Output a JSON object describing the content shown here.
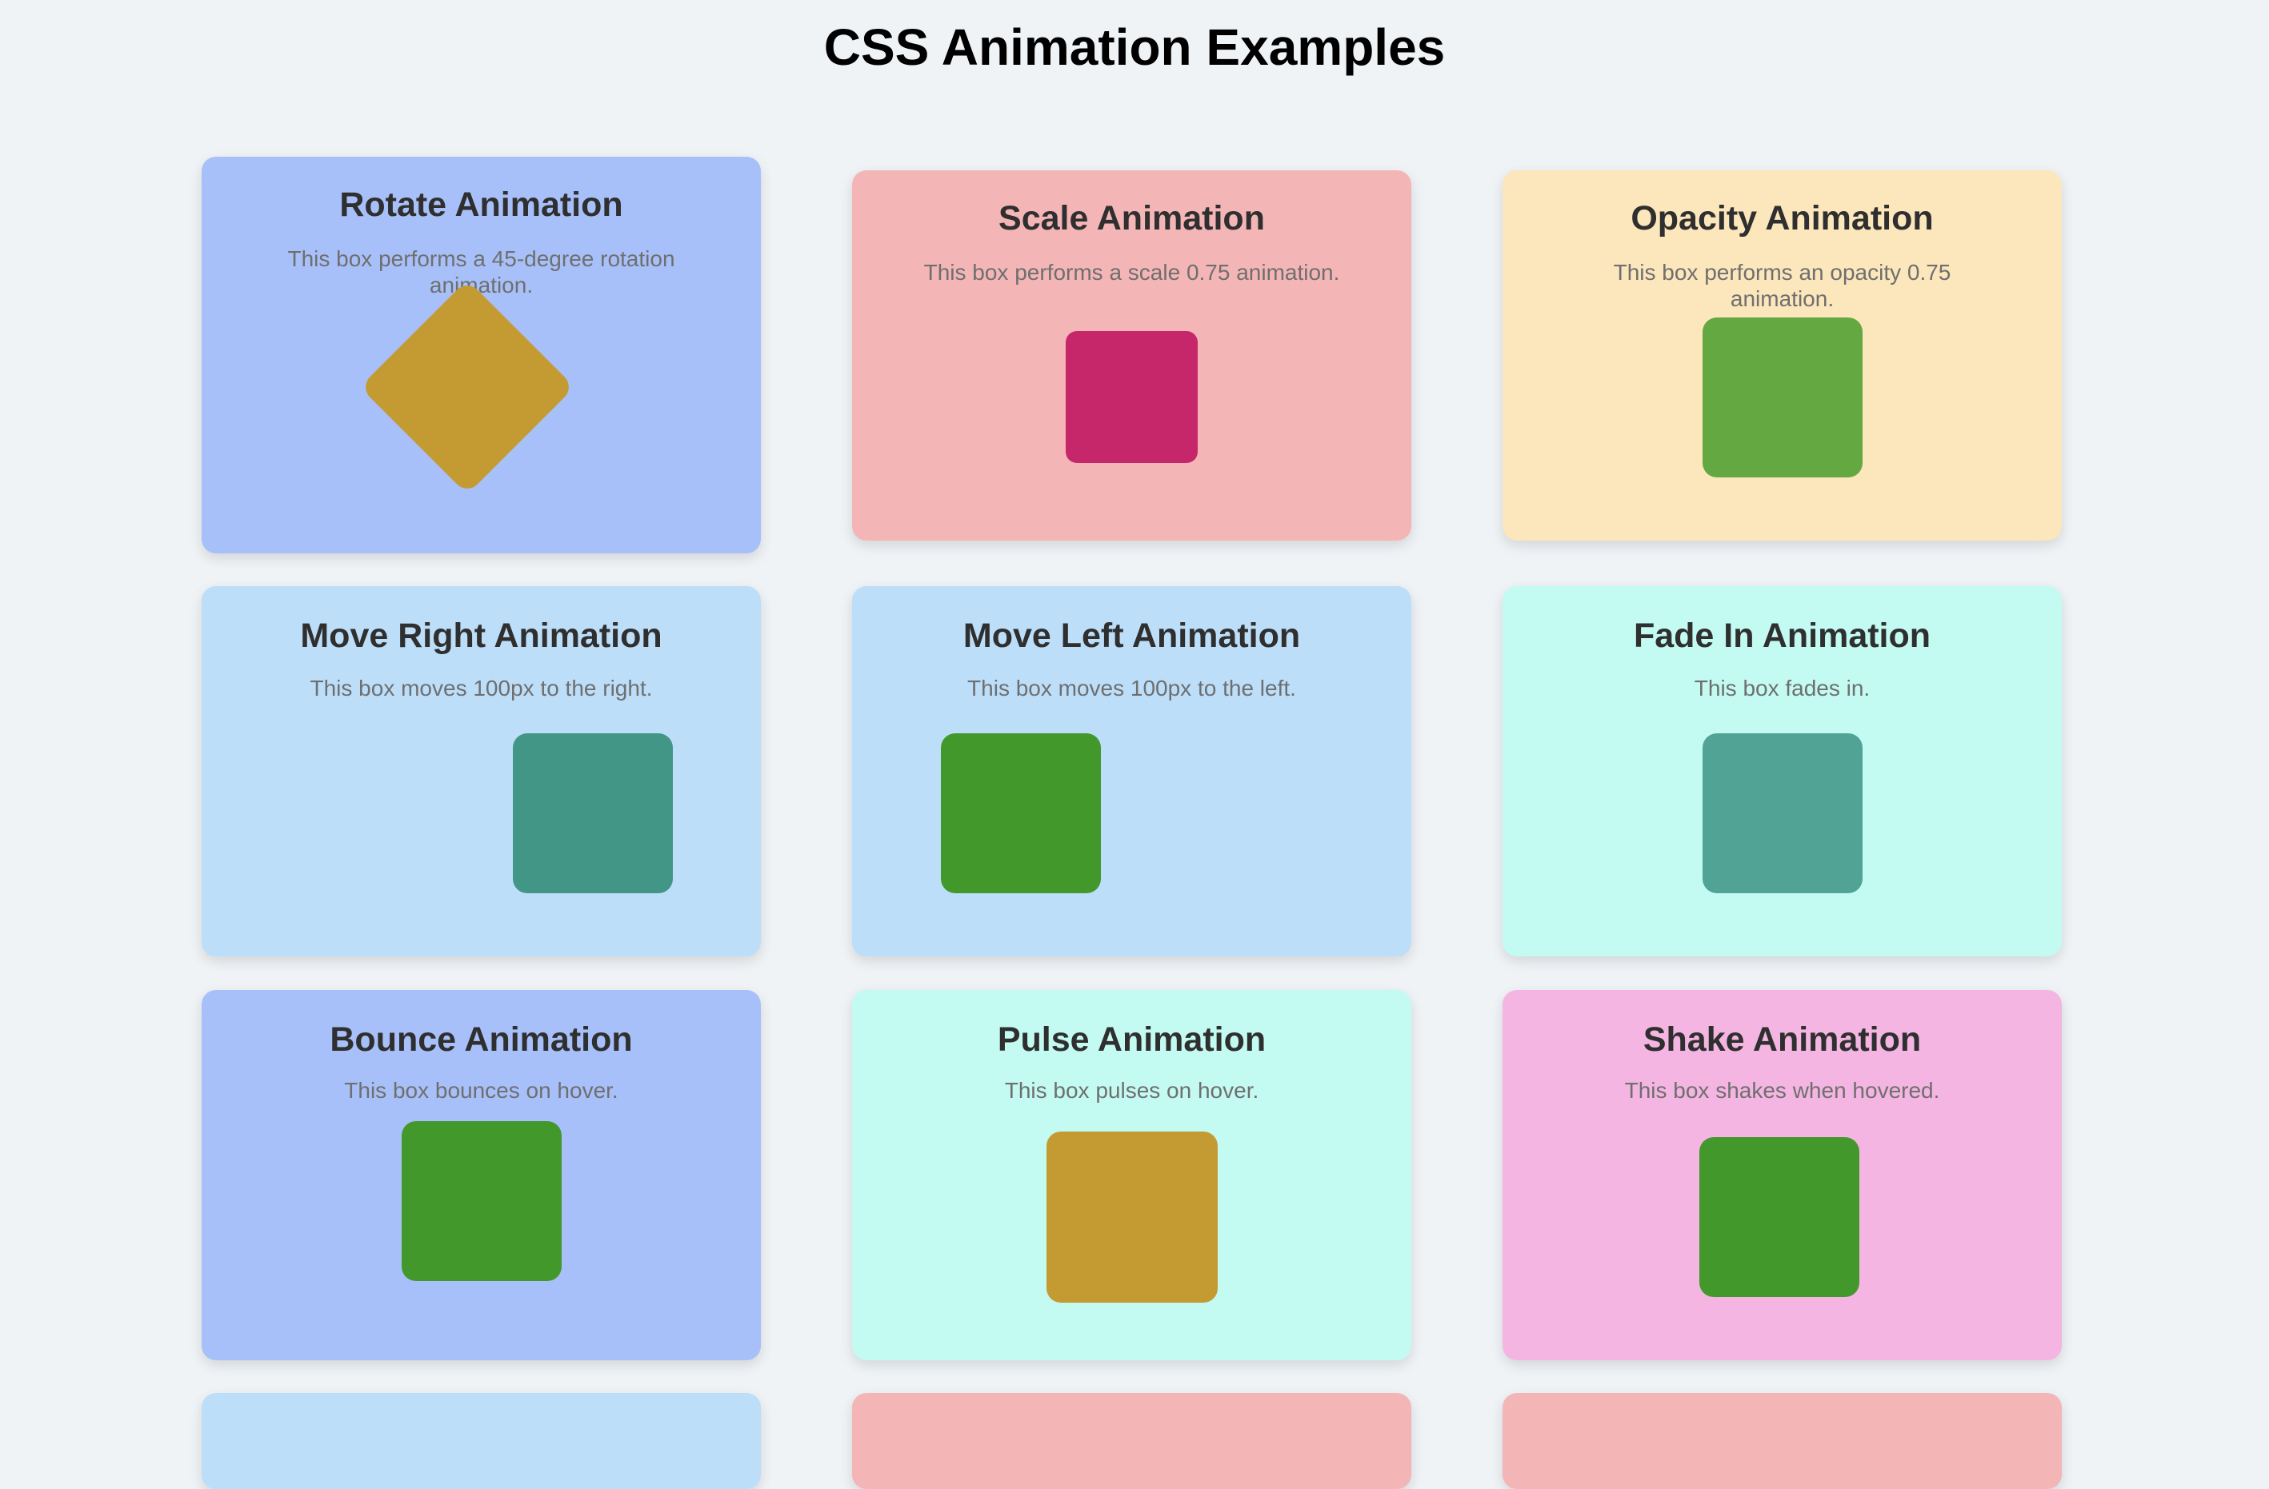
{
  "page": {
    "title": "CSS Animation Examples"
  },
  "cards": [
    {
      "title": "Rotate Animation",
      "description": "This box performs a 45-degree rotation animation.",
      "card_color": "#a8c0f9",
      "box_color": "#c49a33",
      "box_shape": "rotated-square"
    },
    {
      "title": "Scale Animation",
      "description": "This box performs a scale 0.75 animation.",
      "card_color": "#f4b5b6",
      "box_color": "#c5276a",
      "box_shape": "square"
    },
    {
      "title": "Opacity Animation",
      "description": "This box performs an opacity 0.75 animation.",
      "card_color": "#fce6bb",
      "box_color": "#63a841",
      "box_shape": "square"
    },
    {
      "title": "Move Right Animation",
      "description": "This box moves 100px to the right.",
      "card_color": "#bcdef9",
      "box_color": "#419686",
      "box_shape": "square"
    },
    {
      "title": "Move Left Animation",
      "description": "This box moves 100px to the left.",
      "card_color": "#bcdef9",
      "box_color": "#43982b",
      "box_shape": "square"
    },
    {
      "title": "Fade In Animation",
      "description": "This box fades in.",
      "card_color": "#c3fbf3",
      "box_color": "#51a396",
      "box_shape": "square"
    },
    {
      "title": "Bounce Animation",
      "description": "This box bounces on hover.",
      "card_color": "#a8c0f9",
      "box_color": "#43982b",
      "box_shape": "square"
    },
    {
      "title": "Pulse Animation",
      "description": "This box pulses on hover.",
      "card_color": "#c3fbf3",
      "box_color": "#c49a33",
      "box_shape": "square"
    },
    {
      "title": "Shake Animation",
      "description": "This box shakes when hovered.",
      "card_color": "#f4b5e3",
      "box_color": "#43982b",
      "box_shape": "square"
    }
  ],
  "partial_cards": [
    {
      "card_color": "#bcdef9"
    },
    {
      "card_color": "#f4b5b6"
    },
    {
      "card_color": "#f4b5b6"
    }
  ]
}
